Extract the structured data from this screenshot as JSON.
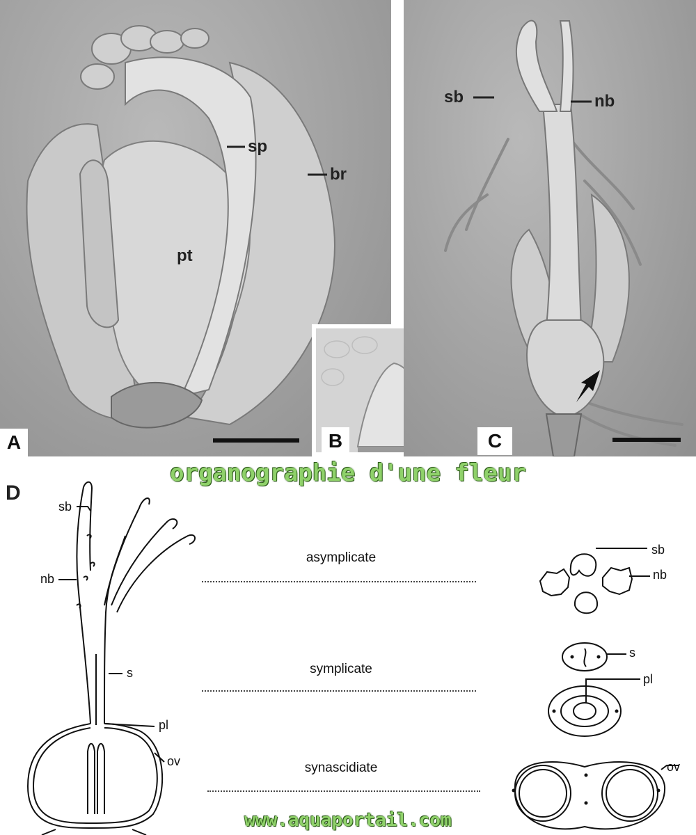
{
  "panels": {
    "a": {
      "letter": "A",
      "labels": {
        "sp": "sp",
        "br": "br",
        "pt": "pt"
      }
    },
    "b": {
      "letter": "B"
    },
    "c": {
      "letter": "C",
      "labels": {
        "sb": "sb",
        "nb": "nb"
      }
    }
  },
  "title": "organographie d'une fleur",
  "diagram": {
    "letter": "D",
    "left_labels": {
      "sb": "sb",
      "nb": "nb",
      "s": "s",
      "pl": "pl",
      "ov": "ov"
    },
    "zones": [
      "asymplicate",
      "symplicate",
      "synascidiate"
    ],
    "right_labels": {
      "sb": "sb",
      "nb": "nb",
      "s": "s",
      "pl": "pl",
      "ov": "ov"
    }
  },
  "footer": "www.aquaportail.com",
  "colors": {
    "title_fill": "#8fd16a",
    "title_outline": "#2d5a1a",
    "sem_gray": "#a6a6a6"
  }
}
